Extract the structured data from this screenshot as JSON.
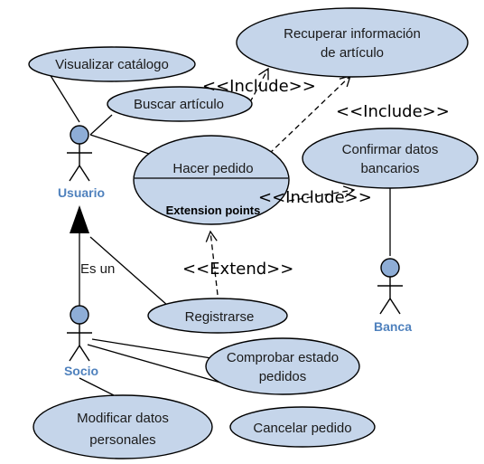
{
  "actors": {
    "usuario": "Usuario",
    "banca": "Banca",
    "socio": "Socio"
  },
  "use_cases": {
    "visualizar": "Visualizar catálogo",
    "buscar": "Buscar artículo",
    "recuperar_l1": "Recuperar información",
    "recuperar_l2": "de artículo",
    "confirmar_l1": "Confirmar datos",
    "confirmar_l2": "bancarios",
    "hacer_pedido": "Hacer pedido",
    "extension_points": "Extension points",
    "registrarse": "Registrarse",
    "comprobar_l1": "Comprobar estado",
    "comprobar_l2": "pedidos",
    "modificar_l1": "Modificar datos",
    "modificar_l2": "personales",
    "cancelar": "Cancelar pedido"
  },
  "relations": {
    "include_1": "<<Include>>",
    "include_2": "<<Include>>",
    "include_3": "<<Include>>",
    "extend": "<<Extend>>",
    "generalization": "Es un"
  },
  "colors": {
    "use_case_fill": "#c5d5ea",
    "actor_head": "#8eadd6",
    "actor_label": "#4f81bd"
  }
}
